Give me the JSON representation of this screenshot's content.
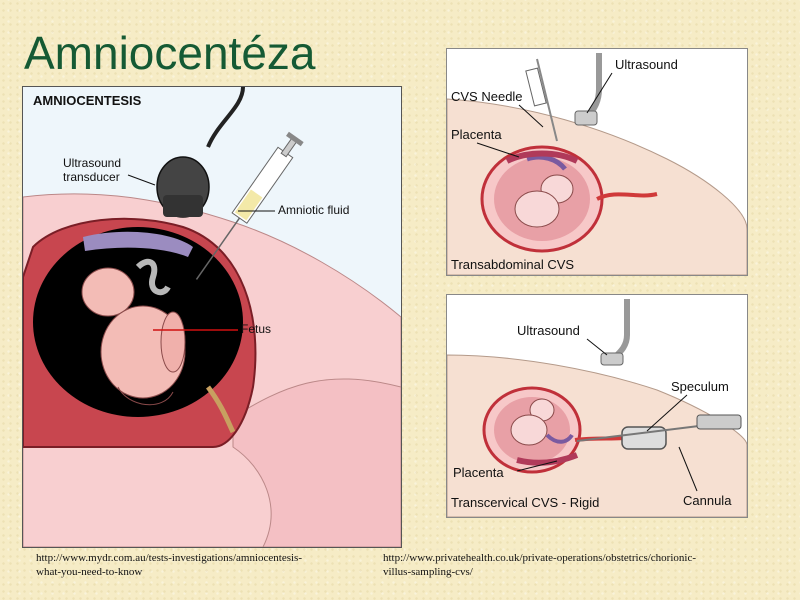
{
  "slide": {
    "title": "Amniocentéza"
  },
  "amniocentesis_panel": {
    "heading": "AMNIOCENTESIS",
    "labels": {
      "transducer_line1": "Ultrasound",
      "transducer_line2": "transducer",
      "amniotic_fluid": "Amniotic fluid",
      "fetus": "Fetus"
    }
  },
  "transabdominal_panel": {
    "caption": "Transabdominal CVS",
    "labels": {
      "cvs_needle": "CVS Needle",
      "ultrasound": "Ultrasound",
      "placenta": "Placenta"
    }
  },
  "transcervical_panel": {
    "caption": "Transcervical CVS - Rigid",
    "labels": {
      "ultrasound": "Ultrasound",
      "speculum": "Speculum",
      "placenta": "Placenta",
      "cannula": "Cannula"
    }
  },
  "sources": {
    "left_line1": "http://www.mydr.com.au/tests-investigations/amniocentesis-",
    "left_line2": "what-you-need-to-know",
    "right_line1": "http://www.privatehealth.co.uk/private-operations/obstetrics/chorionic-",
    "right_line2": "villus-sampling-cvs/"
  },
  "colors": {
    "title_green": "#155a34",
    "skin_pink": "#f6c6c8",
    "uterus_red": "#c0404a",
    "amniotic_black": "#000000",
    "fetus_pink": "#f2b8b4",
    "background_cream": "#f6ecc6"
  }
}
